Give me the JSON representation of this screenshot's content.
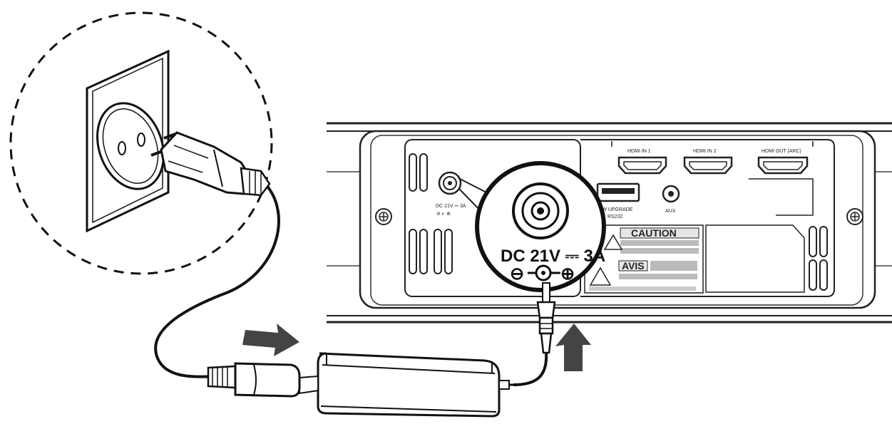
{
  "figure": {
    "ports": {
      "hdmi_in_1": "HDMI IN 1",
      "hdmi_in_2": "HDMI IN 2",
      "hdmi_out": "HDMI OUT (ARC)",
      "usb": "FW UPGRADE",
      "rs232": "RS232",
      "aux": "AUX",
      "dc_small": "DC 21V ⎓ 3A"
    },
    "callout": {
      "rating": "DC 21V ⎓ 3A",
      "minus": "⊖",
      "plus": "⊕"
    },
    "warning_labels": {
      "caution": "CAUTION",
      "avis": "AVIS"
    }
  }
}
